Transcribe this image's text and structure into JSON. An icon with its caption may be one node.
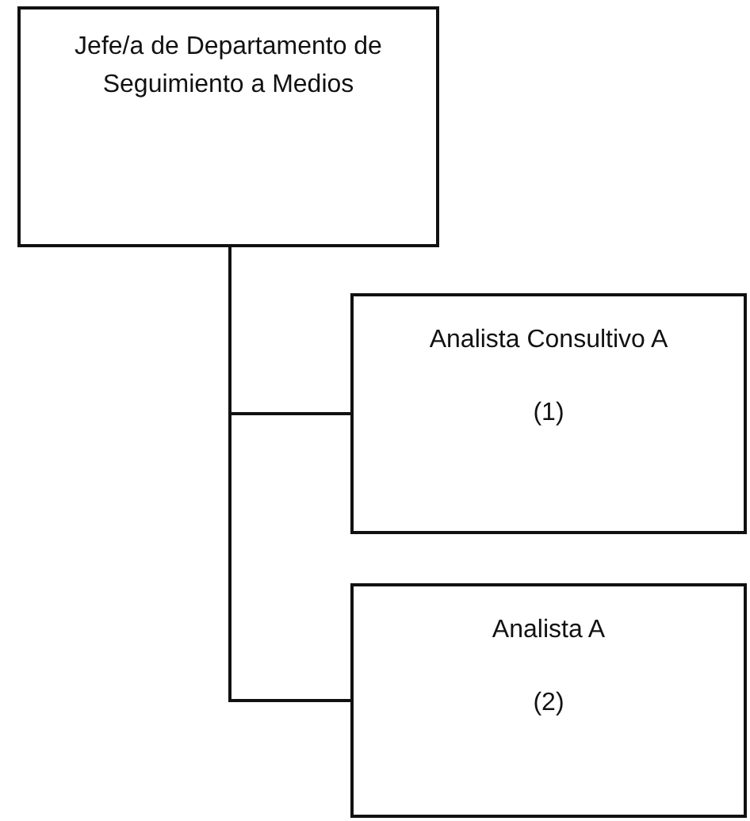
{
  "diagram": {
    "nodes": [
      {
        "text": [
          "Jefe/a de Departamento de Seguimiento a Medios"
        ]
      },
      {
        "text": [
          "Analista Consultivo A",
          "(1)"
        ]
      },
      {
        "text": [
          "Analista A",
          "(2)"
        ]
      }
    ],
    "edges": [
      {
        "from": 0,
        "to": 1,
        "arrow": "none"
      },
      {
        "from": 0,
        "to": 2,
        "arrow": "none"
      }
    ]
  }
}
